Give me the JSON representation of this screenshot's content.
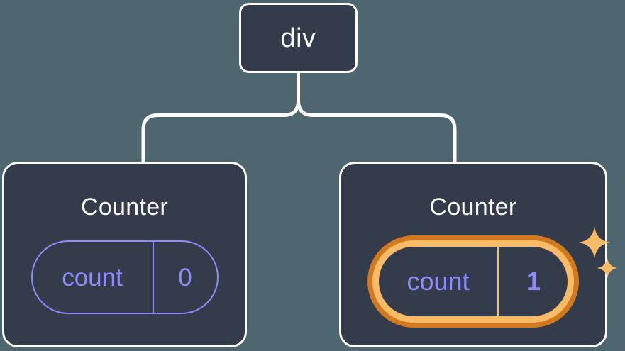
{
  "diagram": {
    "background_color": "#4d6670",
    "node_fill_color": "#343b4b",
    "node_border_color": "#ffffff",
    "edge_color": "#ffffff",
    "accent_color": "#8d8dfa",
    "highlight_color": "#f8bb68",
    "highlight_outer_color": "#d2791e",
    "root": {
      "label": "div"
    },
    "children": [
      {
        "title": "Counter",
        "state_key": "count",
        "state_value": "0",
        "highlighted": false
      },
      {
        "title": "Counter",
        "state_key": "count",
        "state_value": "1",
        "highlighted": true
      }
    ],
    "icons": {
      "sparkle_large": "sparkle-icon",
      "sparkle_small": "sparkle-icon"
    }
  }
}
